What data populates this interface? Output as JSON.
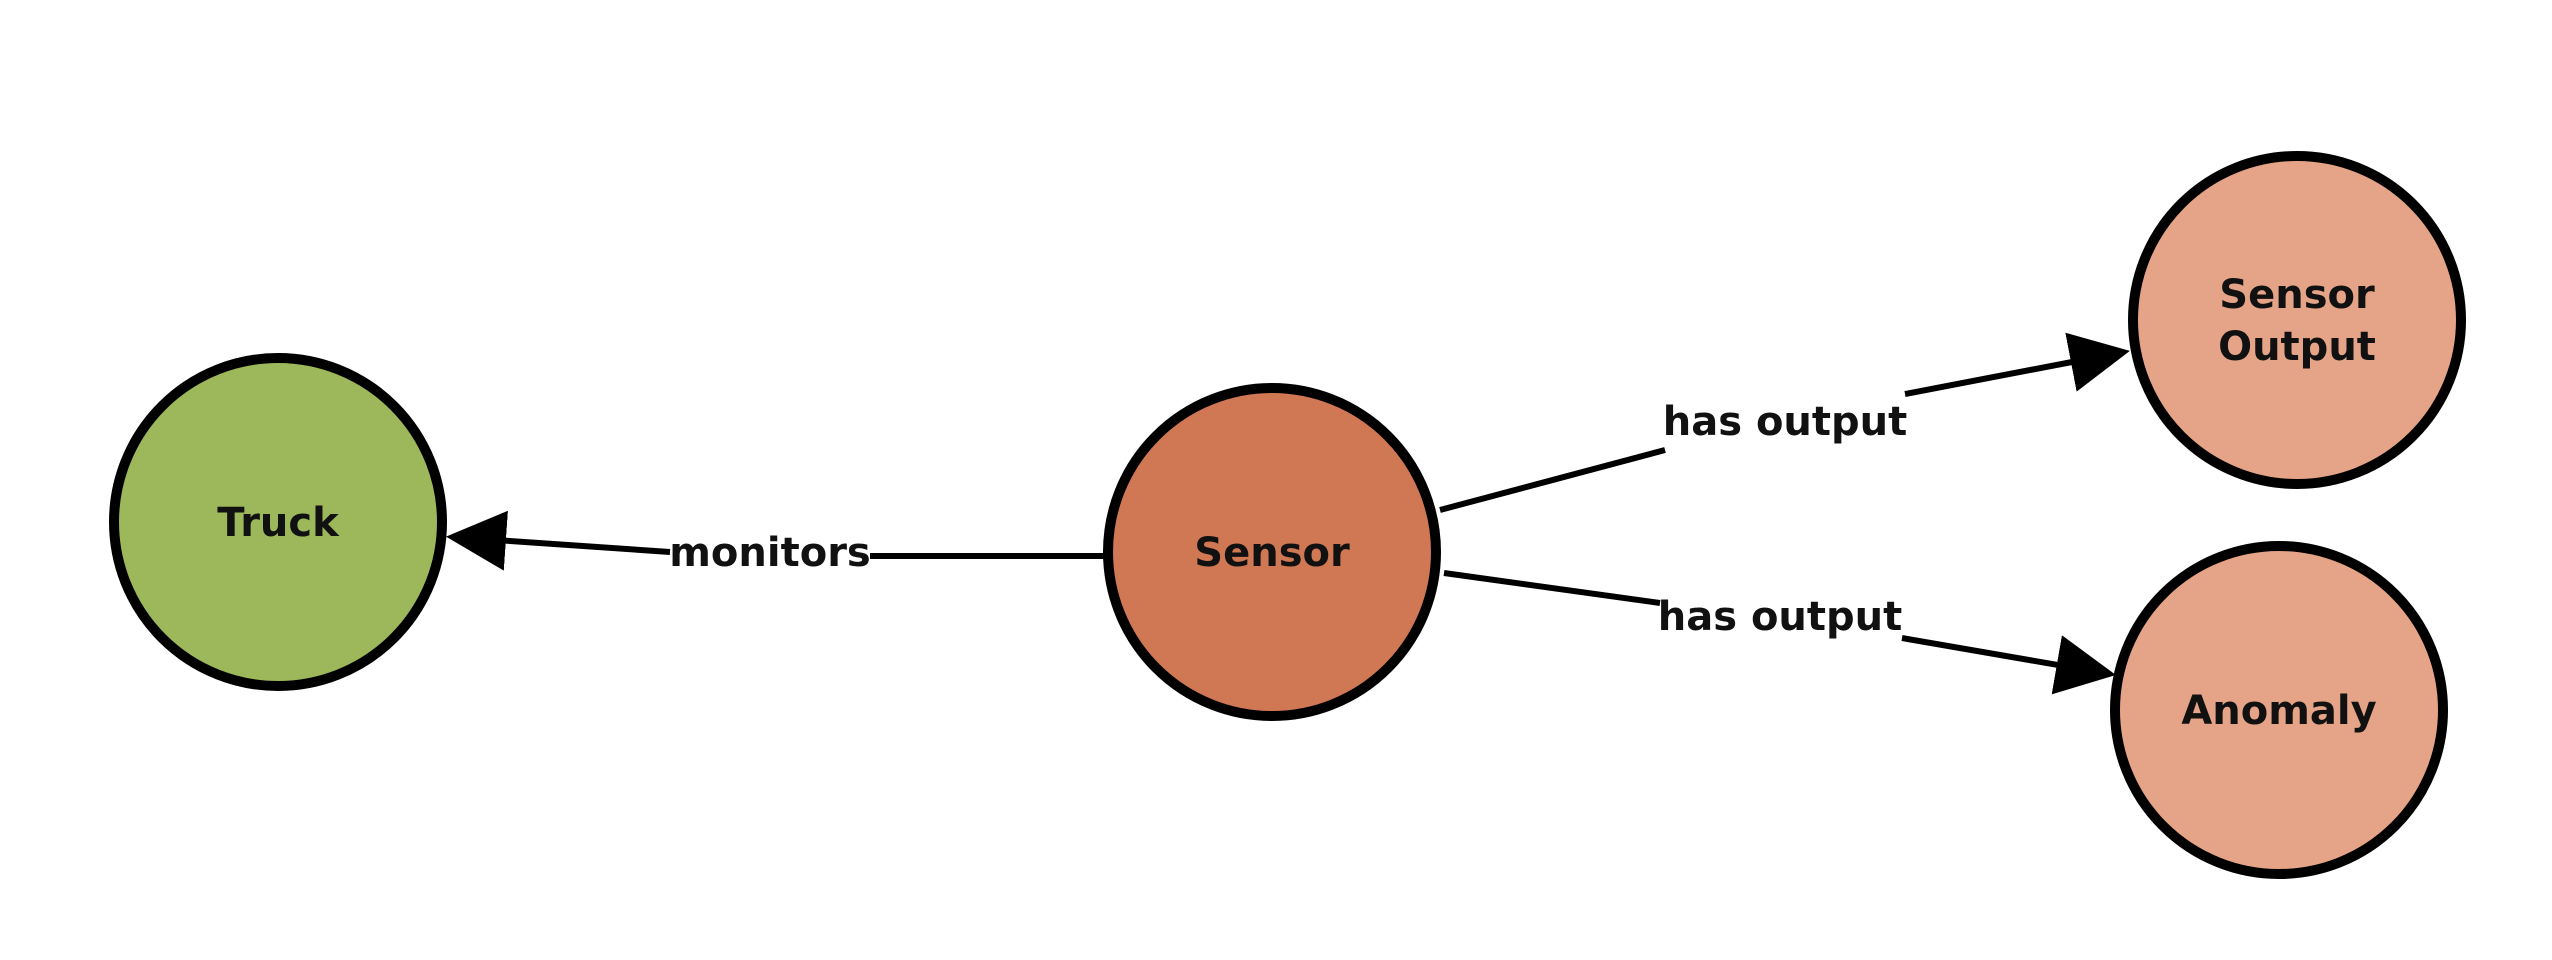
{
  "colors": {
    "truck": "#9db75b",
    "sensor": "#d07754",
    "output": "#e5a487",
    "stroke": "#000000",
    "background": "#ffffff"
  },
  "nodes": [
    {
      "id": "truck",
      "lines": [
        "Truck"
      ],
      "fill_key": "truck"
    },
    {
      "id": "sensor",
      "lines": [
        "Sensor"
      ],
      "fill_key": "sensor"
    },
    {
      "id": "sensor_output",
      "lines": [
        "Sensor",
        "Output"
      ],
      "fill_key": "output"
    },
    {
      "id": "anomaly",
      "lines": [
        "Anomaly"
      ],
      "fill_key": "output"
    }
  ],
  "edges": [
    {
      "id": "monitors",
      "from": "sensor",
      "to": "truck",
      "label": "monitors"
    },
    {
      "id": "has_output_1",
      "from": "sensor",
      "to": "sensor_output",
      "label": "has output"
    },
    {
      "id": "has_output_2",
      "from": "sensor",
      "to": "anomaly",
      "label": "has output"
    }
  ]
}
